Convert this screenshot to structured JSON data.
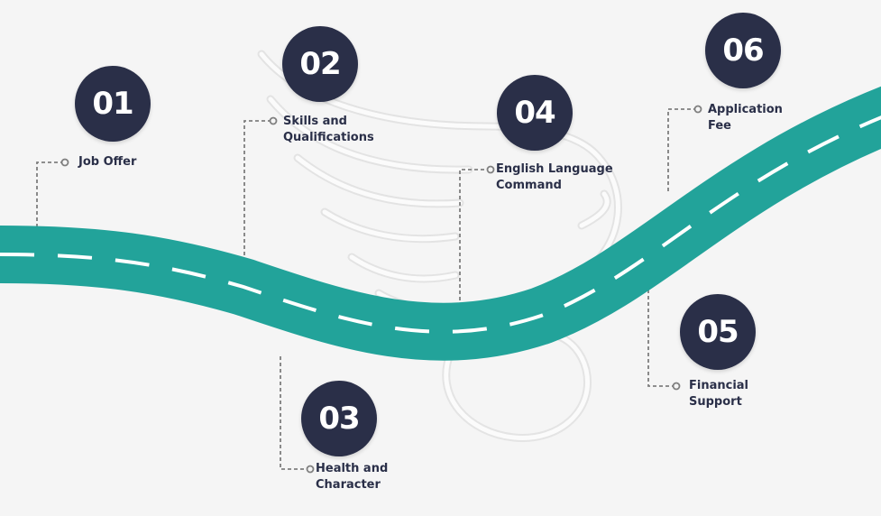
{
  "colors": {
    "background": "#f5f5f5",
    "road": "#22a39a",
    "road_dash": "#ffffff",
    "badge": "#2a2f48",
    "badge_text": "#ffffff",
    "label_text": "#2a2f48",
    "connector": "#7f7f7f"
  },
  "watermark": {
    "icon": "winged-s-logo-icon"
  },
  "steps": [
    {
      "number": "01",
      "label_line1": "Job Offer",
      "label_line2": ""
    },
    {
      "number": "02",
      "label_line1": "Skills and",
      "label_line2": "Qualifications"
    },
    {
      "number": "03",
      "label_line1": "Health and",
      "label_line2": "Character"
    },
    {
      "number": "04",
      "label_line1": "English Language",
      "label_line2": "Command"
    },
    {
      "number": "05",
      "label_line1": "Financial",
      "label_line2": "Support"
    },
    {
      "number": "06",
      "label_line1": "Application",
      "label_line2": "Fee"
    }
  ]
}
